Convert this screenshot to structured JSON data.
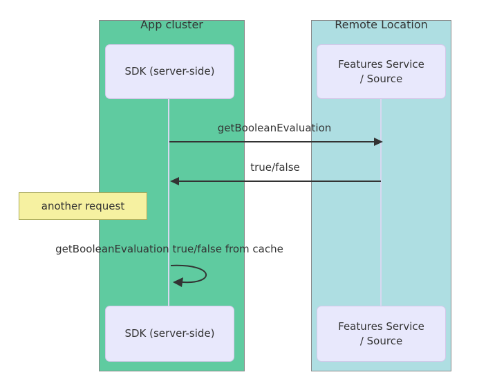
{
  "colors": {
    "app_cluster_fill": "#5fcba0",
    "remote_cluster_fill": "#aedee2",
    "cluster_border": "#888888",
    "actor_fill": "#e8e8fc",
    "actor_border": "#d5c8ea",
    "note_fill": "#f6f1a1",
    "note_border": "#a8a858",
    "lifeline": "#d8d8f0",
    "arrow": "#333333",
    "text": "#333333"
  },
  "clusters": {
    "app": {
      "label": "App cluster"
    },
    "remote": {
      "label": "Remote Location"
    }
  },
  "participants": {
    "sdk_top": {
      "label": "SDK (server-side)"
    },
    "sdk_bottom": {
      "label": "SDK (server-side)"
    },
    "features_top": {
      "line1": "Features Service",
      "line2": "/ Source"
    },
    "features_bottom": {
      "line1": "Features Service",
      "line2": "/ Source"
    }
  },
  "messages": {
    "call": {
      "label": "getBooleanEvaluation"
    },
    "reply": {
      "label": "true/false"
    },
    "cache": {
      "label": "getBooleanEvaluation true/false from cache"
    }
  },
  "note": {
    "label": "another request"
  }
}
